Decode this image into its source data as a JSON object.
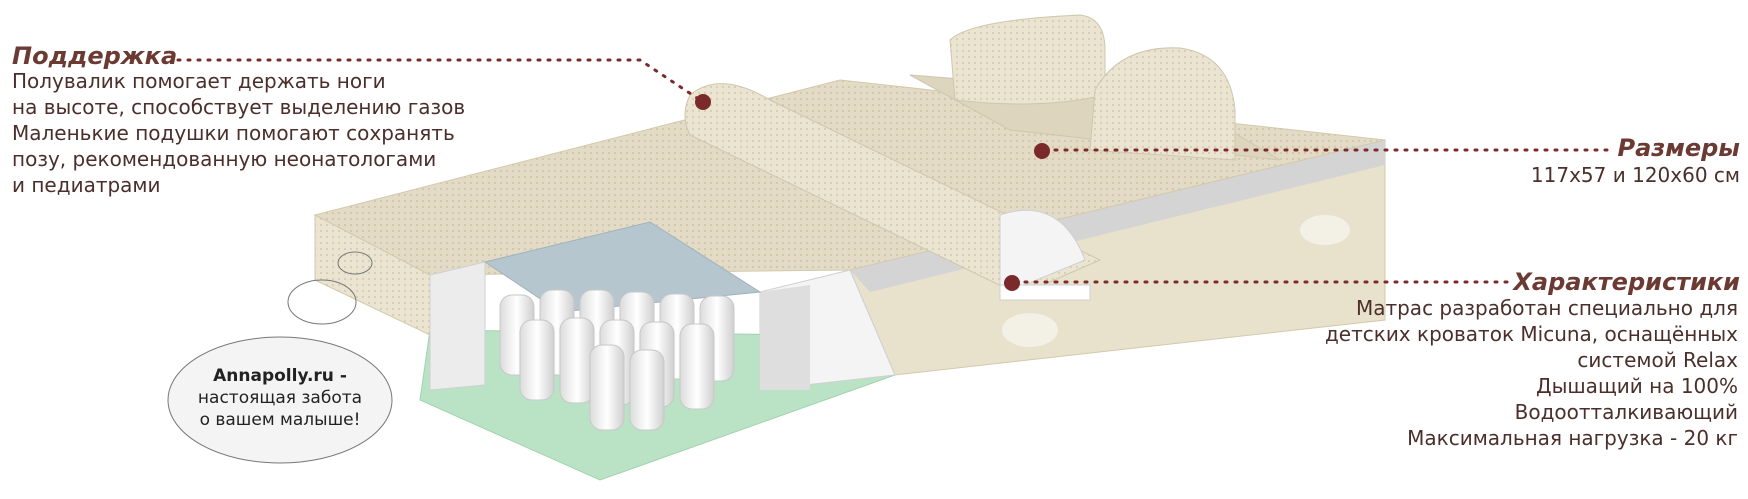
{
  "support": {
    "title": "Поддержка",
    "lines": [
      "Полувалик помогает держать ноги",
      "на высоте, способствует выделению газов",
      "Маленькие подушки помогают сохранять",
      "позу, рекомендованную неонатологами",
      "и педиатрами"
    ]
  },
  "sizes": {
    "title": "Размеры",
    "text": "117х57 и 120х60 см"
  },
  "features": {
    "title": "Характеристики",
    "lines": [
      "Матрас разработан специально для",
      "детских кроваток Micuna, оснащённых",
      "системой Relax",
      "Дышащий на 100%",
      "Водоотталкивающий",
      "Максимальная нагрузка - 20 кг"
    ]
  },
  "bubble": {
    "brand": "Annapolly.ru -",
    "line1": "настоящая забота",
    "line2": "о вашем малыше!"
  },
  "colors": {
    "accent": "#6b3a33",
    "marker": "#7a2a2a",
    "mattress": "#e4dcc6",
    "foam": "#b9e3c4"
  }
}
